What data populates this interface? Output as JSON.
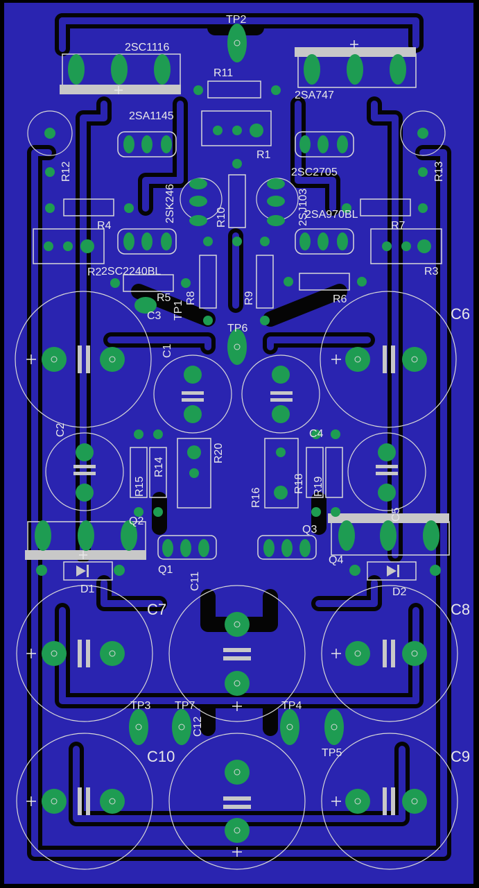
{
  "colors": {
    "background": "#000000",
    "copper_pour": "#2a24b0",
    "trace_clearance": "#050505",
    "pad": "#1e9c52",
    "silkscreen": "#d8d8d8",
    "silk_fill": "#c8c8c8"
  },
  "labels": {
    "tp2": "TP2",
    "q_2sc1116": "2SC1116",
    "q_2sa1145": "2SA1145",
    "r11": "R11",
    "q_2sa747": "2SA747",
    "r1": "R1",
    "r12": "R12",
    "q_2sc2705": "2SC2705",
    "r13": "R13",
    "q_2sk246": "2SK246",
    "r10": "R10",
    "q_2sj103": "2SJ103",
    "q_2sa970bl": "2SA970BL",
    "r4": "R4",
    "r7": "R7",
    "r2": "R2",
    "r3": "R3",
    "q_2sc2240bl": "2SC2240BL",
    "r5": "R5",
    "r8": "R8",
    "r9": "R9",
    "r6": "R6",
    "c3": "C3",
    "tp1": "TP1",
    "tp6": "TP6",
    "c6": "C6",
    "c1": "C1",
    "c2": "C2",
    "c4": "C4",
    "r14": "R14",
    "r15": "R15",
    "r20": "R20",
    "r16": "R16",
    "r18": "R18",
    "r19": "R19",
    "c5": "C5",
    "q2": "Q2",
    "q1": "Q1",
    "q3": "Q3",
    "q4": "Q4",
    "c11": "C11",
    "d1": "D1",
    "d2": "D2",
    "c7": "C7",
    "c8": "C8",
    "tp3": "TP3",
    "tp7": "TP7",
    "c12": "C12",
    "tp4": "TP4",
    "tp5": "TP5",
    "c10": "C10",
    "c9": "C9"
  }
}
